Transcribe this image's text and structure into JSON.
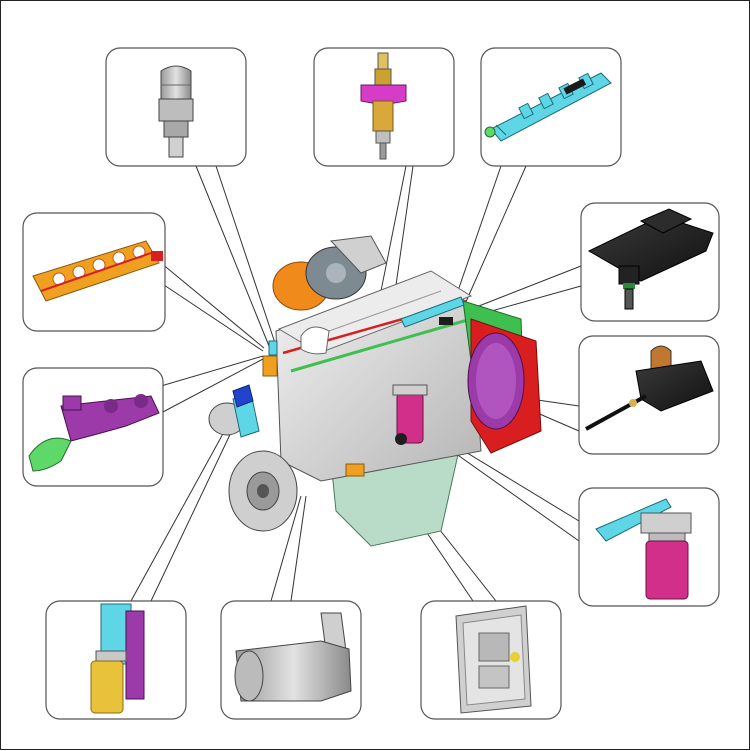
{
  "diagram": {
    "components": [
      {
        "id": "pressure-sensor",
        "icon": "pressure-sensor-icon"
      },
      {
        "id": "fuel-injector",
        "icon": "fuel-injector-icon"
      },
      {
        "id": "fuel-rail",
        "icon": "fuel-rail-icon"
      },
      {
        "id": "map-sensor",
        "icon": "map-sensor-icon"
      },
      {
        "id": "speed-sensor",
        "icon": "speed-sensor-icon"
      },
      {
        "id": "fuel-filter",
        "icon": "fuel-filter-icon"
      },
      {
        "id": "ecu",
        "icon": "ecu-icon"
      },
      {
        "id": "crank-sensor",
        "icon": "crank-sensor-icon"
      },
      {
        "id": "secondary-filter",
        "icon": "secondary-filter-icon"
      },
      {
        "id": "exhaust-manifold",
        "icon": "exhaust-manifold-icon"
      },
      {
        "id": "wiring-harness",
        "icon": "wiring-harness-icon"
      }
    ],
    "colors": {
      "injector_body": "#d9a83a",
      "injector_clamp": "#d63cc7",
      "rail": "#5fd6e6",
      "filter": "#d12f8a",
      "filter_yellow": "#e8c23a",
      "manifold": "#9b3aa8",
      "manifold_green": "#5fd86a",
      "harness_orange": "#f0a020",
      "engine_grey": "#d8d8d8",
      "flywheel_red": "#d81e1e",
      "engine_green": "#3fbf4f",
      "oilpan": "#b9dcc8",
      "turbo_orange": "#f08a1a",
      "sensor_black": "#1e1e1e",
      "callout_border": "#555555",
      "leader_line": "#333333"
    }
  }
}
